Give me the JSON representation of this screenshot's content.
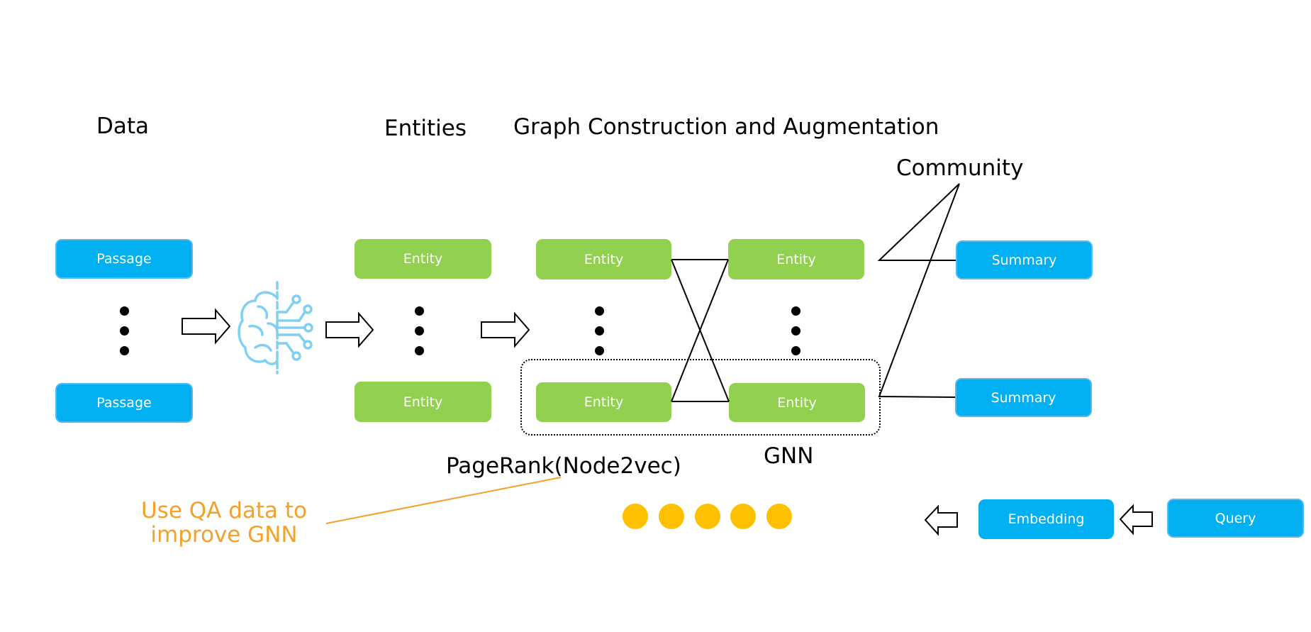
{
  "headings": {
    "data": "Data",
    "entities": "Entities",
    "graph": "Graph Construction and Augmentation",
    "community": "Community"
  },
  "passages": [
    "Passage",
    "Passage"
  ],
  "entities_col1": [
    "Entity",
    "Entity"
  ],
  "entities_col2": [
    "Entity",
    "Entity"
  ],
  "entities_col3": [
    "Entity",
    "Entity"
  ],
  "summaries": [
    "Summary",
    "Summary"
  ],
  "labels": {
    "pagerank": "PageRank(Node2vec)",
    "gnn": "GNN",
    "annotation_line1": "Use QA data to",
    "annotation_line2": "improve GNN"
  },
  "query_flow": {
    "embedding": "Embedding",
    "query": "Query"
  },
  "icons": {
    "model": "brain-circuit-icon",
    "flow_arrow": "hollow-arrow-icon",
    "ellipsis": "vertical-ellipsis-icon"
  },
  "colors": {
    "passage": "#00B0F0",
    "entity": "#92D050",
    "annotation": "#F4A02A",
    "dots": "#FFC000",
    "brain": "#7FD0F2"
  },
  "progress_dots_count": 5
}
